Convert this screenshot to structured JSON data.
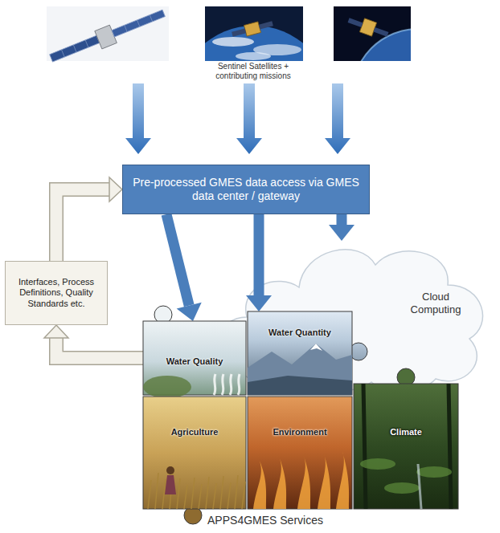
{
  "diagram": {
    "nodes": [
      {
        "text": [
          "Pre-processed GMES data access via GMES data center / gateway"
        ]
      },
      {
        "text": [
          "Cloud Computing"
        ]
      },
      {
        "text": [
          "Interfaces, Process Definitions, Quality Standards etc."
        ]
      },
      {
        "text": [
          "Water Quality"
        ]
      },
      {
        "text": [
          "Water Quantity"
        ]
      },
      {
        "text": [
          "Agriculture"
        ]
      },
      {
        "text": [
          "Environment"
        ]
      },
      {
        "text": [
          "Climate"
        ]
      }
    ],
    "edges": [
      {
        "from": 0,
        "to": 3,
        "arrow": "to"
      },
      {
        "from": 0,
        "to": 4,
        "arrow": "to"
      },
      {
        "from": 0,
        "to": 1,
        "arrow": "to"
      },
      {
        "from": 3,
        "to": 2,
        "arrow": "to"
      },
      {
        "from": 2,
        "to": 0,
        "arrow": "to"
      }
    ],
    "labels": [
      "Sentinel Satellites + contributing missions",
      "APPS4GMES Services"
    ]
  }
}
